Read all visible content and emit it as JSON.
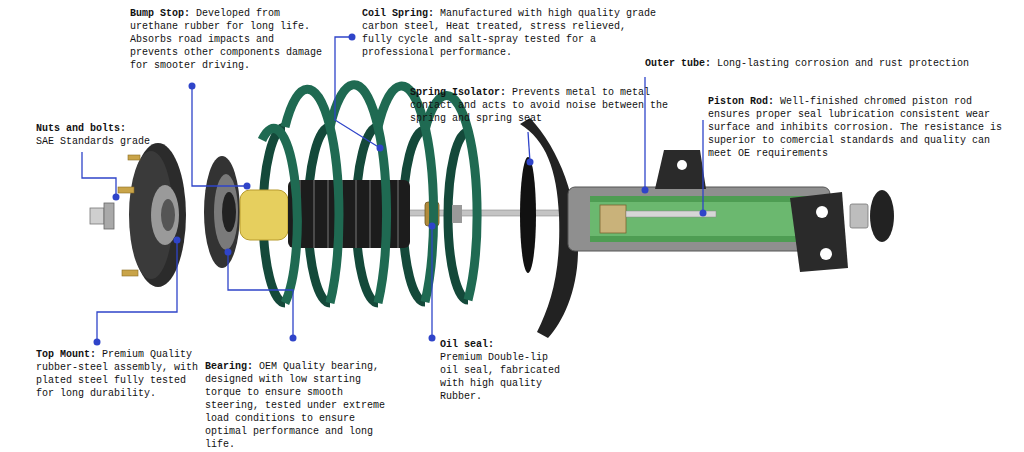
{
  "diagram": {
    "labels": [
      "Nuts and bolts:",
      "SAE Standards grade",
      "Bump Stop:",
      "Developed from urethane rubber for long life. Absorbs road impacts and prevents other components damage for smooter driving.",
      "Coil Spring:",
      "Manufactured with high quality grade carbon steel, Heat treated, stress relieved, fully cycle and salt-spray tested for a professional performance.",
      "Spring Isolator:",
      "Prevents metal to metal contact and acts to avoid noise between the spring and spring seat",
      "Outer tube:",
      "Long-lasting corrosion and rust protection",
      "Piston Rod:",
      "Well-finished chromed piston rod ensures proper seal lubrication consistent wear surface and inhibits corrosion. The resistance is superior to comercial standards and quality can meet OE requirements",
      "Top Mount:",
      "Premium Quality rubber-steel assembly, with plated steel fully tested for long durability.",
      "Bearing:",
      "OEM Quality bearing, designed with low starting torque to ensure smooth steering, tested under extreme load conditions to ensure optimal performance and long life.",
      "Oil seal:",
      "Premium Double-lip oil seal, fabricated with high quality Rubber."
    ]
  }
}
